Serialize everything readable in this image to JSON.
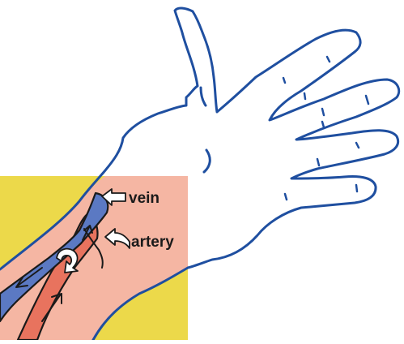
{
  "labels": {
    "vein": "vein",
    "artery": "artery"
  },
  "colors": {
    "hand_outline": "#1f4fa0",
    "inset_background": "#ecd94a",
    "skin": "#f5b6a3",
    "vein_fill": "#5b79c3",
    "artery_fill": "#e8735e",
    "outline": "#1a1a1a",
    "pointer_fill": "#ffffff"
  },
  "icons": [
    "hand-outline",
    "vein-pointer-arrow-icon",
    "artery-pointer-arrow-icon",
    "valve-curved-arrow-icon",
    "vein-flow-arrow-icon",
    "artery-flow-arrow-icon"
  ]
}
